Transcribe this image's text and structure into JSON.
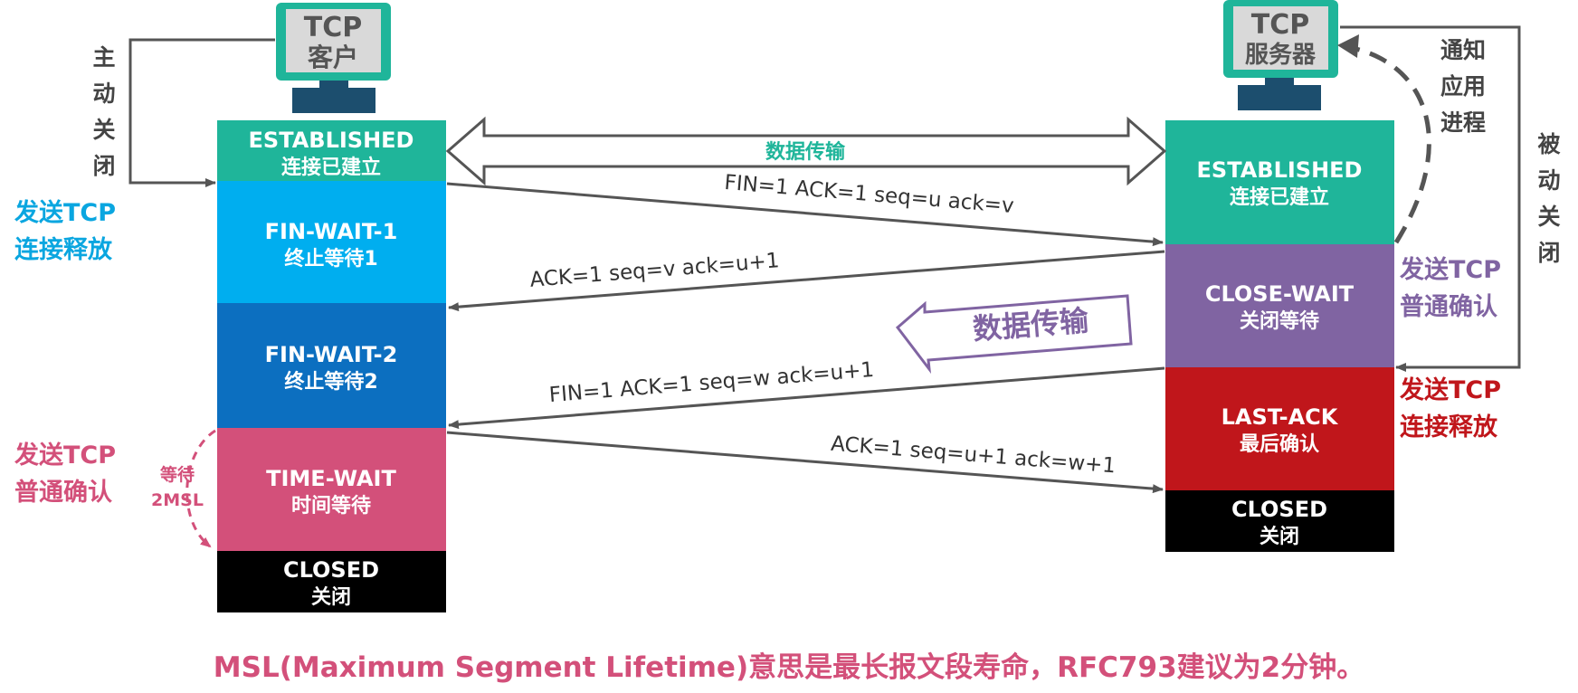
{
  "client": {
    "label_line1": "TCP",
    "label_line2": "客户",
    "action_vertical": [
      "主",
      "动",
      "关",
      "闭"
    ],
    "send_fin_line1": "发送TCP",
    "send_fin_line2": "连接释放",
    "send_ack_line1": "发送TCP",
    "send_ack_line2": "普通确认",
    "wait_line1": "等待",
    "wait_line2": "2MSL",
    "states": [
      {
        "name": "ESTABLISHED",
        "desc": "连接已建立",
        "color": "#1fb59a"
      },
      {
        "name": "FIN-WAIT-1",
        "desc": "终止等待1",
        "color": "#00aeef"
      },
      {
        "name": "FIN-WAIT-2",
        "desc": "终止等待2",
        "color": "#0c6fc0"
      },
      {
        "name": "TIME-WAIT",
        "desc": "时间等待",
        "color": "#d3507a"
      },
      {
        "name": "CLOSED",
        "desc": "关闭",
        "color": "#000000"
      }
    ]
  },
  "server": {
    "label_line1": "TCP",
    "label_line2": "服务器",
    "action_vertical": [
      "被",
      "动",
      "关",
      "闭"
    ],
    "notify_vertical": [
      "通知",
      "应用",
      "进程"
    ],
    "send_ack_line1": "发送TCP",
    "send_ack_line2": "普通确认",
    "send_fin_line1": "发送TCP",
    "send_fin_line2": "连接释放",
    "states": [
      {
        "name": "ESTABLISHED",
        "desc": "连接已建立",
        "color": "#1fb59a"
      },
      {
        "name": "CLOSE-WAIT",
        "desc": "关闭等待",
        "color": "#8064a2"
      },
      {
        "name": "LAST-ACK",
        "desc": "最后确认",
        "color": "#c0161b"
      },
      {
        "name": "CLOSED",
        "desc": "关闭",
        "color": "#000000"
      }
    ]
  },
  "data_transfer_label": "数据传输",
  "half_close_transfer_label": "数据传输",
  "messages": [
    {
      "label": "FIN=1   ACK=1   seq=u   ack=v"
    },
    {
      "label": "ACK=1    seq=v    ack=u+1"
    },
    {
      "label": "FIN=1    ACK=1     seq=w     ack=u+1"
    },
    {
      "label": "ACK=1   seq=u+1   ack=w+1"
    }
  ],
  "footnote": "MSL(Maximum Segment Lifetime)意思是最长报文段寿命，RFC793建议为2分钟。",
  "colors": {
    "teal": "#1fb59a",
    "cyan": "#00aeef",
    "blue": "#0c6fc0",
    "pink": "#d3507a",
    "purple": "#8064a2",
    "red": "#c0161b",
    "client_note": "#0aa6e0",
    "server_ack_note": "#8064a2",
    "server_fin_note": "#c0161b",
    "arrow": "#555555"
  }
}
